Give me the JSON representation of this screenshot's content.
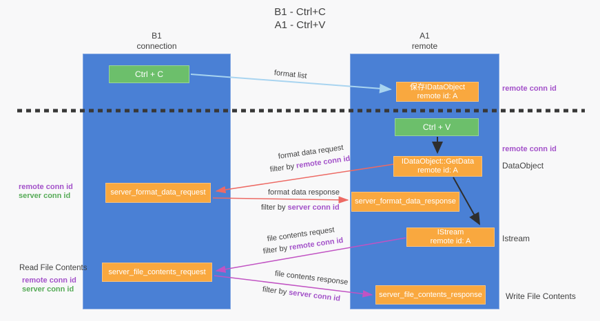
{
  "title": {
    "line1": "B1 - Ctrl+C",
    "line2": "A1 - Ctrl+V"
  },
  "lanes": {
    "left": {
      "name": "B1",
      "role": "connection"
    },
    "right": {
      "name": "A1",
      "role": "remote"
    }
  },
  "nodes": {
    "ctrl_c": {
      "label": "Ctrl + C"
    },
    "ctrl_v": {
      "label": "Ctrl + V"
    },
    "save_dataobject": {
      "line1": "保存IDataObject",
      "line2": "remote id: A"
    },
    "getdata": {
      "line1": "IDataObject::GetData",
      "line2": "remote id: A"
    },
    "istream": {
      "line1": "IStream",
      "line2": "remote id: A"
    },
    "format_request": {
      "label": "server_format_data_request"
    },
    "format_response": {
      "label": "server_format_data_response"
    },
    "file_request": {
      "label": "server_file_contents_request"
    },
    "file_response": {
      "label": "server_file_contents_response"
    }
  },
  "annotations": {
    "remote_conn_id_top": "remote conn id",
    "remote_conn_id_mid": "remote conn id",
    "dataobject": "DataObject",
    "istream": "Istream",
    "write_file_contents": "Write File Contents",
    "format_remote_conn_id": "remote conn id",
    "format_server_conn_id": "server conn id",
    "read_file_contents": "Read File Contents",
    "file_remote_conn_id": "remote conn id",
    "file_server_conn_id": "server conn id"
  },
  "flows": {
    "format_list": {
      "label": "format list"
    },
    "format_request": {
      "title": "format data request",
      "filter_prefix": "filter by ",
      "filter_key": "remote conn id"
    },
    "format_response": {
      "title": "format data response",
      "filter_prefix": "filter by ",
      "filter_key": "server conn id"
    },
    "file_request": {
      "title": "file contents request",
      "filter_prefix": "filter by ",
      "filter_key": "remote conn id"
    },
    "file_response": {
      "title": "file contents response",
      "filter_prefix": "filter by ",
      "filter_key": "server conn id"
    }
  },
  "colors": {
    "lane_blue": "#4a80d5",
    "node_green": "#6cbf6b",
    "node_orange": "#f9a83f",
    "arrow_light_blue": "#a8d4f0",
    "arrow_salmon": "#ed6a64",
    "arrow_magenta": "#c153c3",
    "arrow_black": "#2e2e2e",
    "dashed_line": "#383838",
    "label_purple": "#a352c9",
    "label_green": "#56ab57"
  }
}
